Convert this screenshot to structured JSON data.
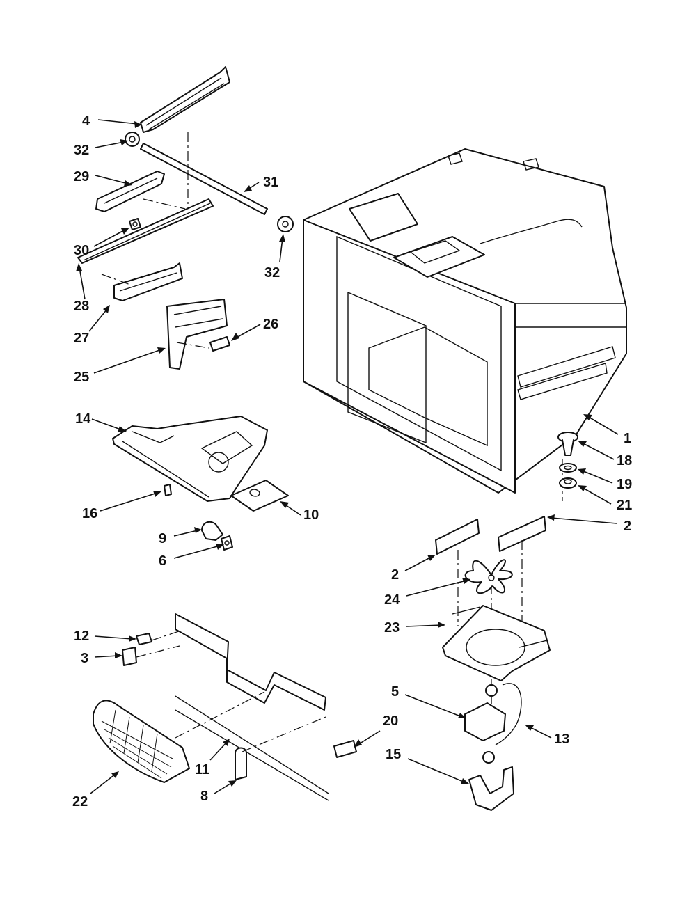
{
  "callouts": [
    {
      "id": "c4",
      "label": "4"
    },
    {
      "id": "c32a",
      "label": "32"
    },
    {
      "id": "c29",
      "label": "29"
    },
    {
      "id": "c31",
      "label": "31"
    },
    {
      "id": "c30",
      "label": "30"
    },
    {
      "id": "c32b",
      "label": "32"
    },
    {
      "id": "c28",
      "label": "28"
    },
    {
      "id": "c27",
      "label": "27"
    },
    {
      "id": "c26",
      "label": "26"
    },
    {
      "id": "c25",
      "label": "25"
    },
    {
      "id": "c14",
      "label": "14"
    },
    {
      "id": "c1",
      "label": "1"
    },
    {
      "id": "c18",
      "label": "18"
    },
    {
      "id": "c19",
      "label": "19"
    },
    {
      "id": "c21",
      "label": "21"
    },
    {
      "id": "c16",
      "label": "16"
    },
    {
      "id": "c10",
      "label": "10"
    },
    {
      "id": "c2a",
      "label": "2"
    },
    {
      "id": "c9",
      "label": "9"
    },
    {
      "id": "c6",
      "label": "6"
    },
    {
      "id": "c2b",
      "label": "2"
    },
    {
      "id": "c24",
      "label": "24"
    },
    {
      "id": "c23",
      "label": "23"
    },
    {
      "id": "c12",
      "label": "12"
    },
    {
      "id": "c3",
      "label": "3"
    },
    {
      "id": "c5",
      "label": "5"
    },
    {
      "id": "c20",
      "label": "20"
    },
    {
      "id": "c13",
      "label": "13"
    },
    {
      "id": "c11",
      "label": "11"
    },
    {
      "id": "c15",
      "label": "15"
    },
    {
      "id": "c8",
      "label": "8"
    },
    {
      "id": "c22",
      "label": "22"
    }
  ]
}
